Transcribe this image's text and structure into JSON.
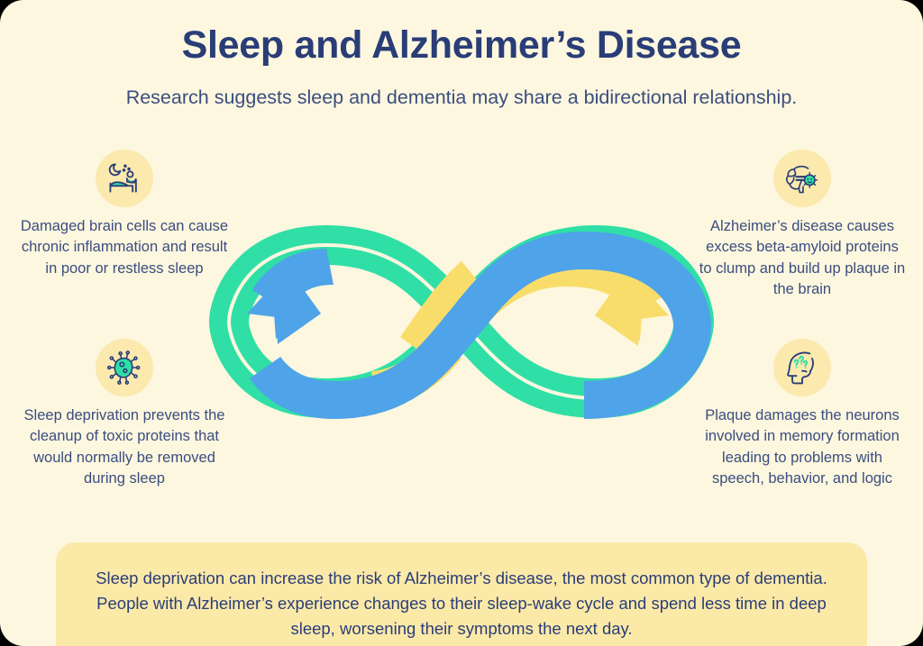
{
  "header": {
    "title": "Sleep and Alzheimer’s Disease",
    "subtitle": "Research suggests sleep and dementia may share a bidirectional relationship."
  },
  "panels": [
    {
      "id": "damaged-brain-cells",
      "icon": "sleeping-in-bed-icon",
      "text": "Damaged brain cells can cause chronic inflammation and result in poor or restless sleep"
    },
    {
      "id": "sleep-deprivation",
      "icon": "virus-protein-icon",
      "text": "Sleep deprivation prevents the cleanup of toxic proteins that would normally be removed during sleep"
    },
    {
      "id": "alzheimers-disease",
      "icon": "brain-with-virus-icon",
      "text": "Alzheimer’s disease causes excess beta-amyloid proteins to clump and build up plaque in the brain"
    },
    {
      "id": "plaque-damage",
      "icon": "head-with-question-marks-icon",
      "text": "Plaque damages the neurons involved in memory formation leading to problems with speech, behavior, and logic"
    }
  ],
  "diagram": {
    "name": "bidirectional-infinity-loop",
    "description": "Two interlocking arrows forming an infinity symbol showing a bidirectional cycle",
    "arrows": [
      {
        "name": "left-pointing-arrow",
        "color": "#4FA3E8"
      },
      {
        "name": "right-pointing-arrow",
        "color": "#F9DD6B"
      }
    ],
    "accent_ribbon": {
      "name": "green-ribbon",
      "color": "#2FDFA6"
    }
  },
  "callout": {
    "text": "Sleep deprivation can increase the risk of Alzheimer’s disease, the most common type of dementia. People with Alzheimer’s experience changes to their sleep-wake cycle and spend less time in deep sleep, worsening their symptoms the next day."
  },
  "colors": {
    "background": "#FDF7DF",
    "callout_background": "#FBE9A8",
    "icon_circle": "#FBE9AE",
    "text_navy": "#3B4D80",
    "title_navy": "#2A3D77",
    "blue": "#4FA3E8",
    "green": "#2FDFA6",
    "yellow": "#F9DD6B"
  }
}
